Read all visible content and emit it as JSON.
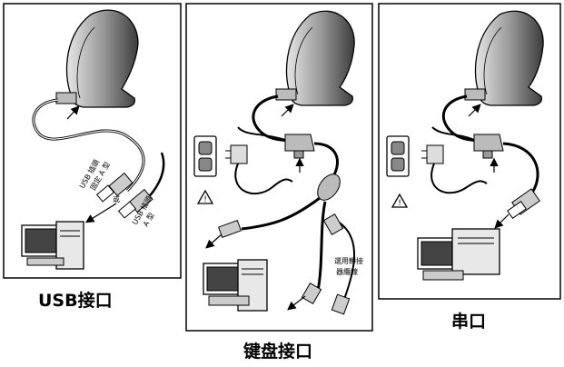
{
  "panels": {
    "usb": {
      "caption": "USB接口",
      "cable_label_a": "USB 插頭",
      "cable_label_a2": "固定 A 型",
      "cable_label_b": "USB 插頭",
      "cable_label_b2": "A 型",
      "or_label": "或"
    },
    "keyboard": {
      "caption": "键盘接口",
      "adapter_label_1": "選用轉接",
      "adapter_label_2": "器纜線"
    },
    "serial": {
      "caption": "串口"
    }
  }
}
